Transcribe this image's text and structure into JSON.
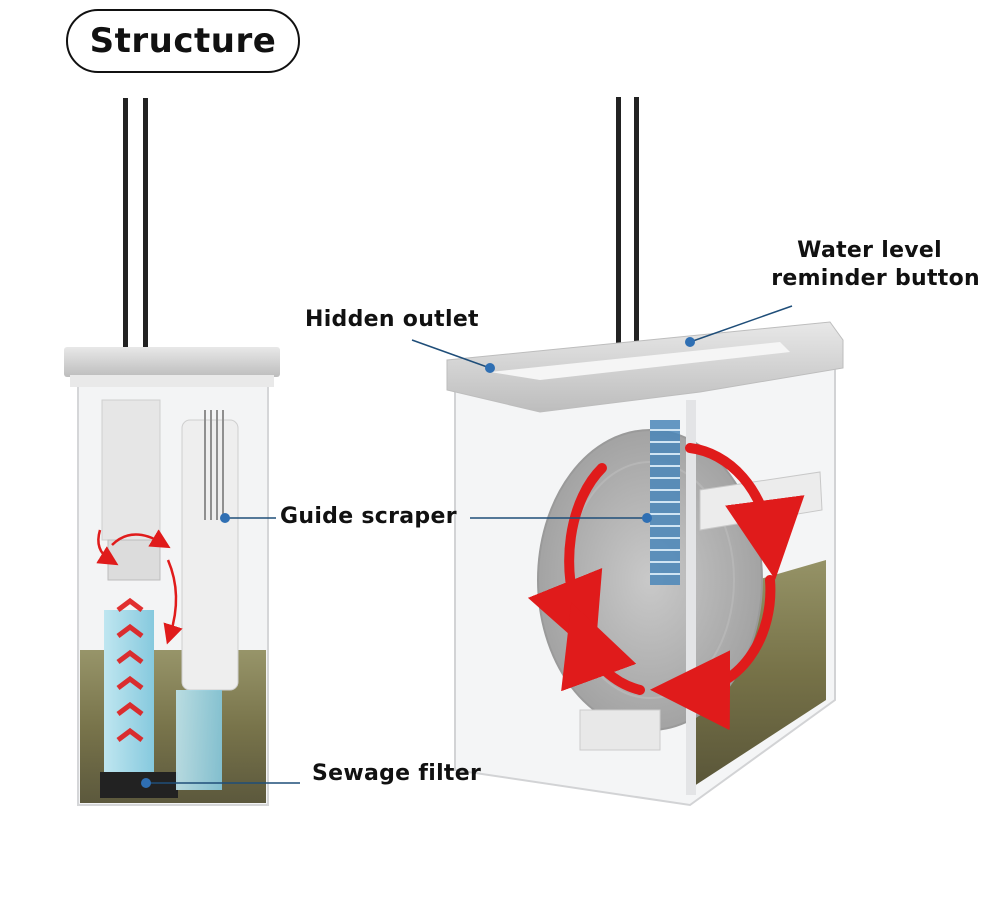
{
  "title": "Structure",
  "labels": {
    "water_level_line1": "Water level",
    "water_level_line2": "reminder button",
    "hidden_outlet": "Hidden outlet",
    "guide_scraper": "Guide scraper",
    "sewage_filter": "Sewage filter"
  },
  "colors": {
    "callout_line": "#1f4e79",
    "callout_dot": "#2f6fb3",
    "arrow_red": "#e01b1b",
    "clean_water": "#9fd6e6",
    "dirty_water": "#6f6a3c",
    "bucket_body": "#f4f5f6",
    "lid": "#d9dadb"
  },
  "icons": [
    "mop-handle",
    "bucket-left",
    "bucket-right",
    "rotation-arrows",
    "flow-chevrons"
  ]
}
